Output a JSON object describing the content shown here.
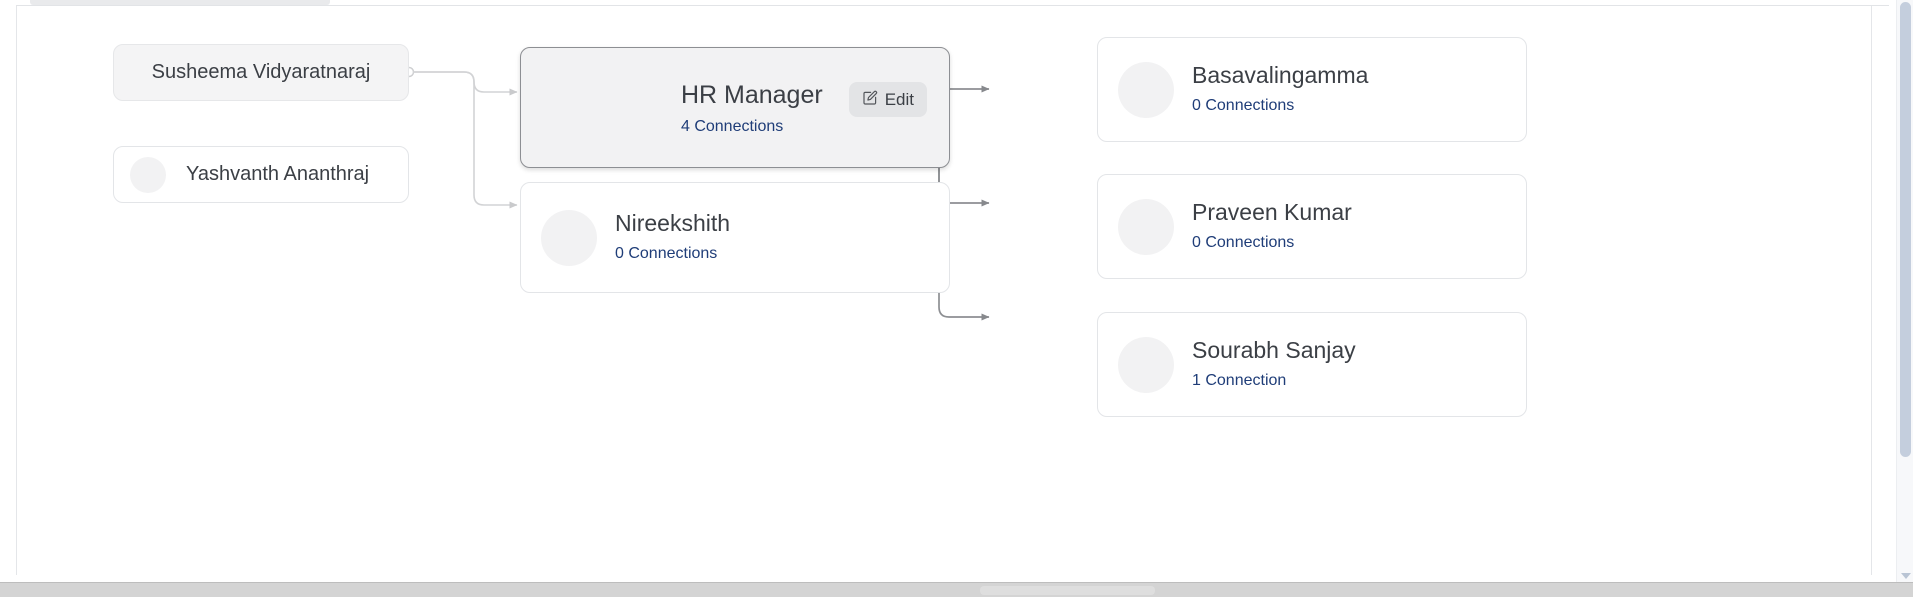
{
  "app": {
    "view": "org-chart-canvas",
    "background_color": "#ffffff",
    "name_color": "#3b3f45",
    "connection_color": "#1f3d78",
    "selected_node_border": "#8d8f93",
    "edge_color_left": "#d2d3d5",
    "edge_color_right": "#8d8f93"
  },
  "nodes": {
    "susheema": {
      "name": "Susheema Vidyaratnaraj",
      "has_avatar": false,
      "connections": null,
      "selected": false
    },
    "yashvanth": {
      "name": "Yashvanth Ananthraj",
      "has_avatar": true,
      "connections": null,
      "selected": false
    },
    "hr_manager": {
      "name": "HR Manager",
      "connections": "4 Connections",
      "selected": true,
      "edit_label": "Edit",
      "edit_icon": "edit-pencil-square-icon"
    },
    "nireekshith": {
      "name": "Nireekshith",
      "connections": "0 Connections",
      "has_avatar": true,
      "selected": false
    },
    "basavalingamma": {
      "name": "Basavalingamma",
      "connections": "0 Connections",
      "has_avatar": true,
      "selected": false
    },
    "praveen": {
      "name": "Praveen Kumar",
      "connections": "0 Connections",
      "has_avatar": true,
      "selected": false
    },
    "sourabh": {
      "name": "Sourabh Sanjay",
      "connections": "1 Connection",
      "has_avatar": true,
      "selected": false
    }
  },
  "scrollbars": {
    "vertical_present": true,
    "horizontal_present": true
  }
}
